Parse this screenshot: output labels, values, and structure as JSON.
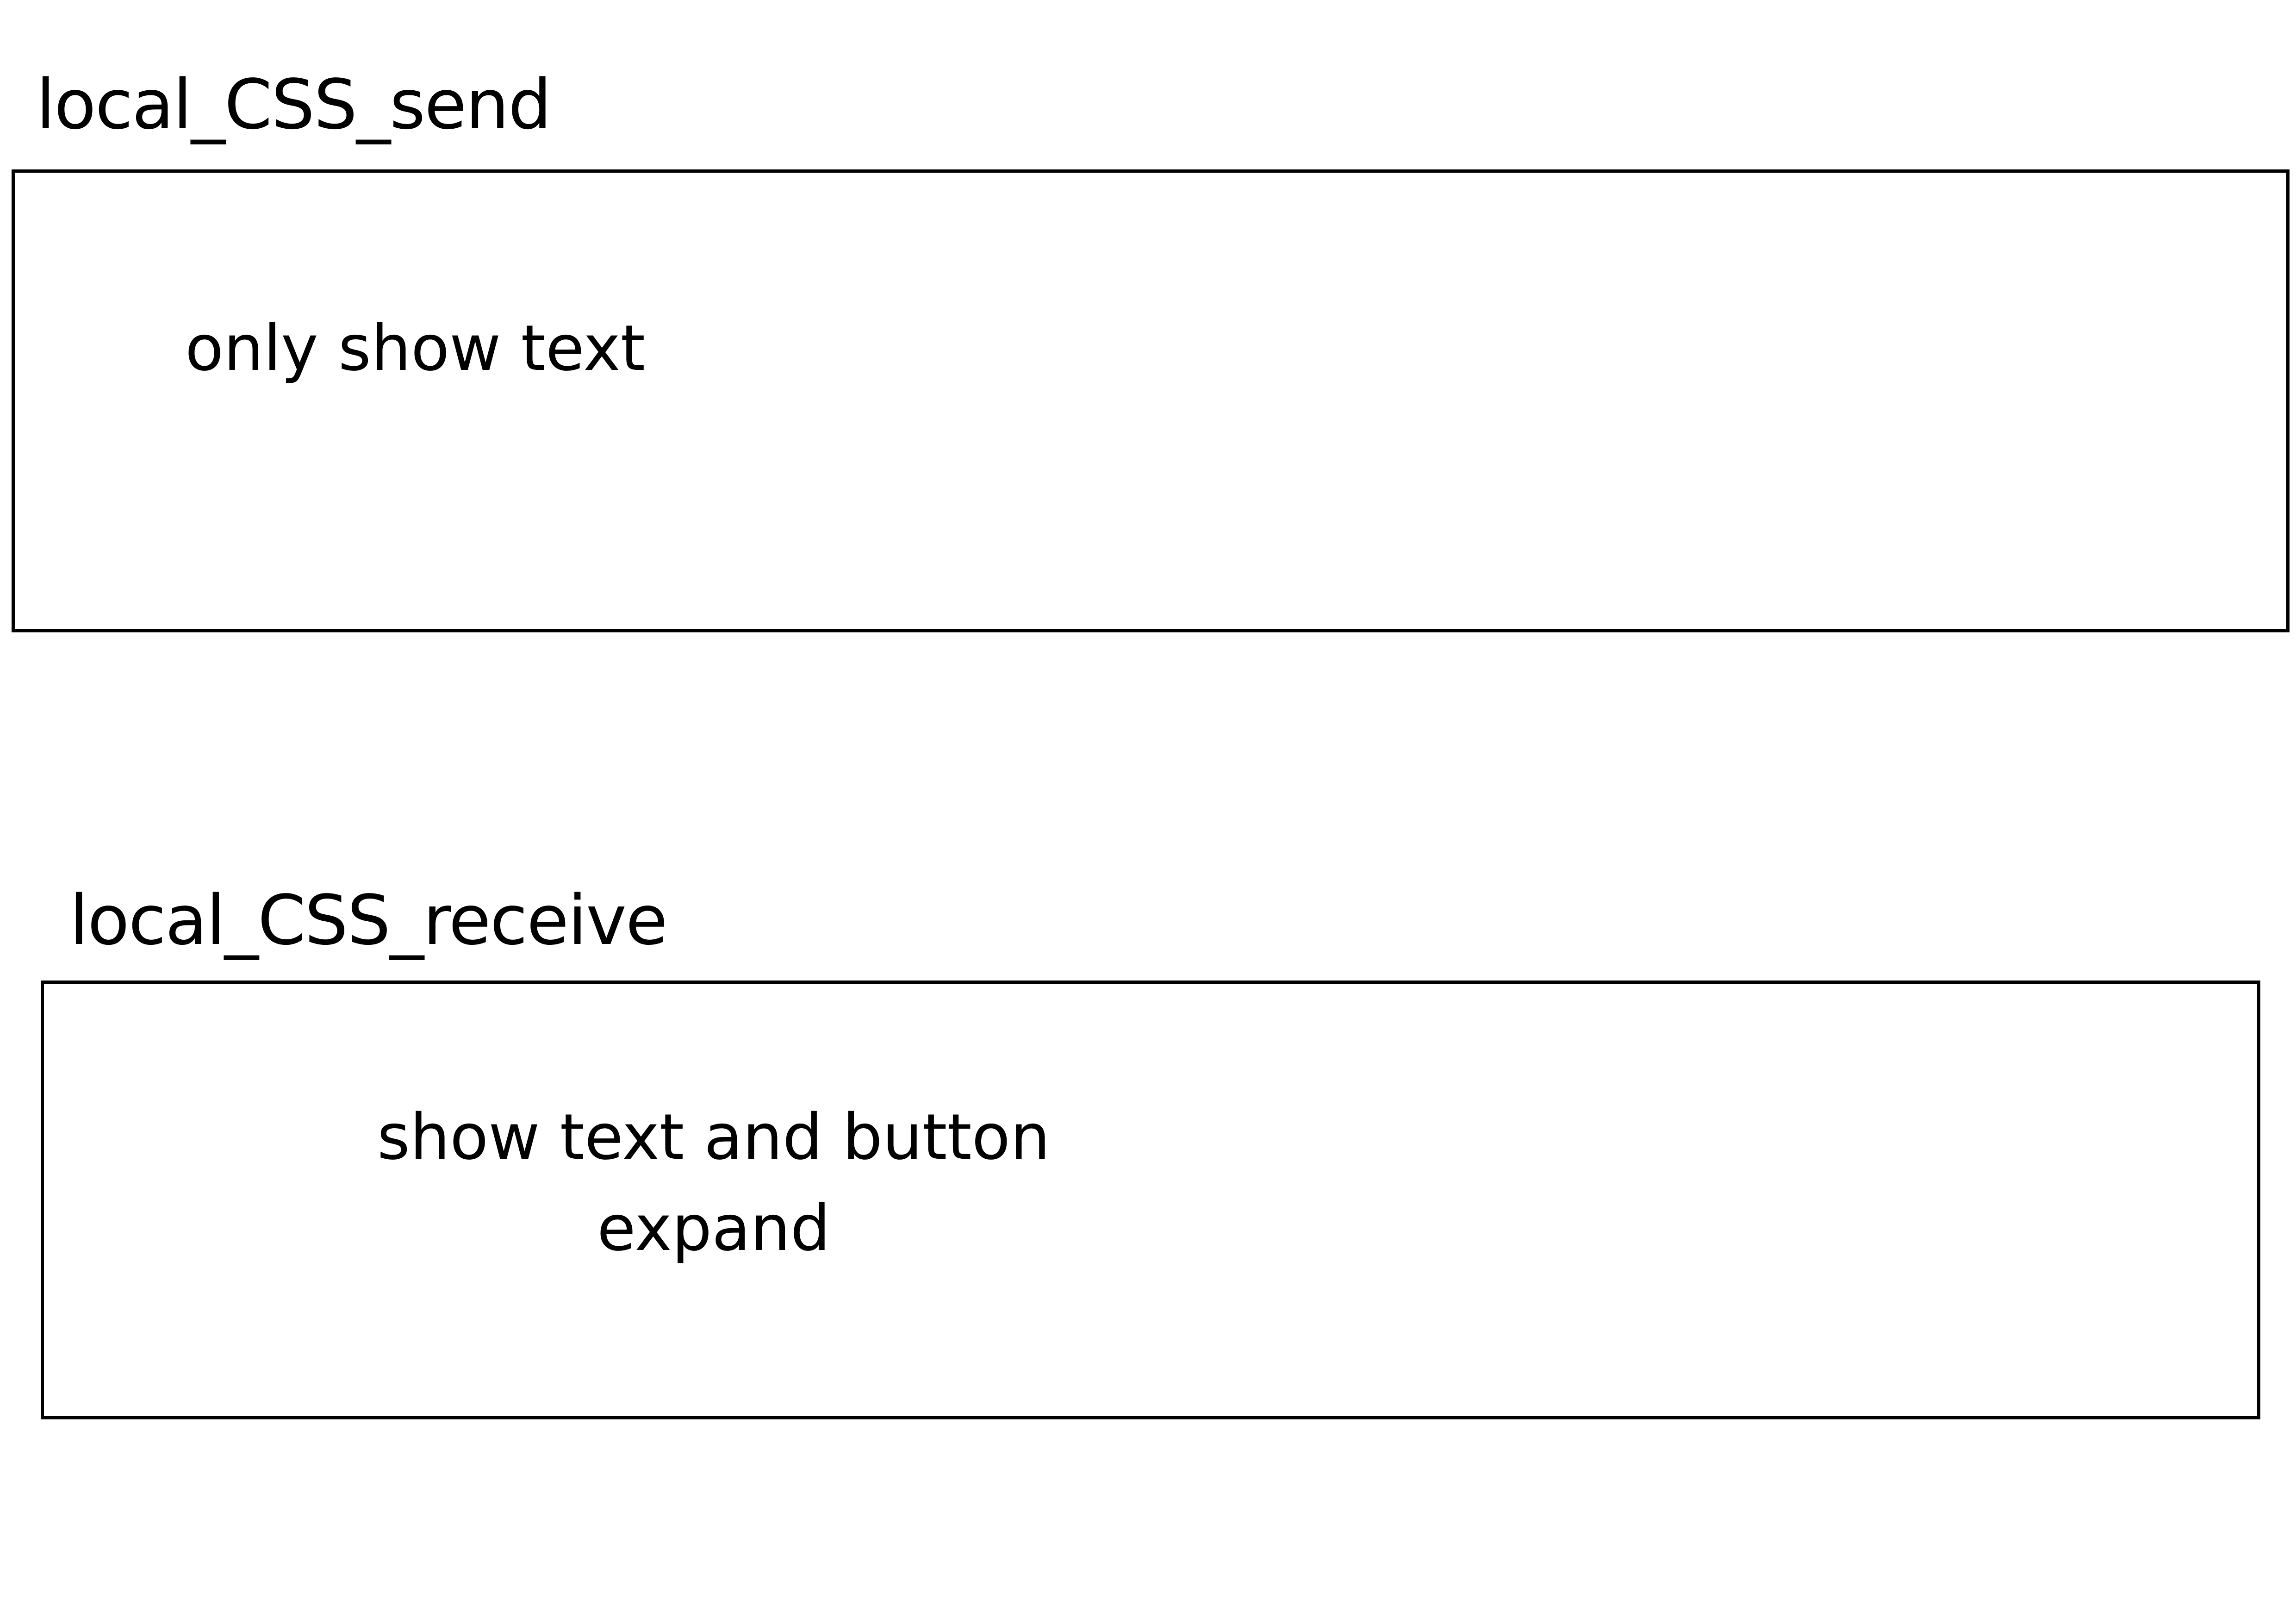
{
  "send": {
    "title": "local_CSS_send",
    "description": "only show text"
  },
  "receive": {
    "title": "local_CSS_receive",
    "description_line1": "show text and button",
    "description_line2": "expand"
  }
}
